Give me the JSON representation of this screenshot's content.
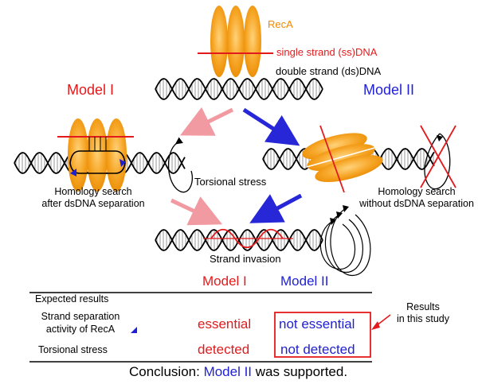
{
  "colors": {
    "recA_orange": "#f5a623",
    "recA_dark": "#e98a00",
    "model_red": "#e31a1c",
    "model_blue": "#1f1fd6",
    "pink_arrow": "#f29aa2",
    "blue_arrow": "#2727d8",
    "black": "#000000"
  },
  "labels": {
    "recA": "RecA",
    "ssDNA": "single strand (ss)DNA",
    "dsDNA": "double strand (ds)DNA",
    "model1": "Model I",
    "model2": "Model II",
    "torsional_stress": "Torsional stress",
    "homology1_line1": "Homology search",
    "homology1_line2": "after dsDNA separation",
    "homology2_line1": "Homology search",
    "homology2_line2": "without dsDNA separation",
    "strand_invasion": "Strand invasion"
  },
  "table": {
    "col_model1": "Model I",
    "col_model2": "Model II",
    "section": "Expected results",
    "rows": [
      {
        "label_line1": "Strand separation",
        "label_line2": "activity of RecA",
        "model1": "essential",
        "model2": "not essential"
      },
      {
        "label_line1": "Torsional stress",
        "label_line2": "",
        "model1": "detected",
        "model2": "not detected"
      }
    ],
    "results_note_line1": "Results",
    "results_note_line2": "in this study"
  },
  "conclusion": {
    "prefix": "Conclusion: ",
    "model": "Model II",
    "suffix": " was supported."
  }
}
